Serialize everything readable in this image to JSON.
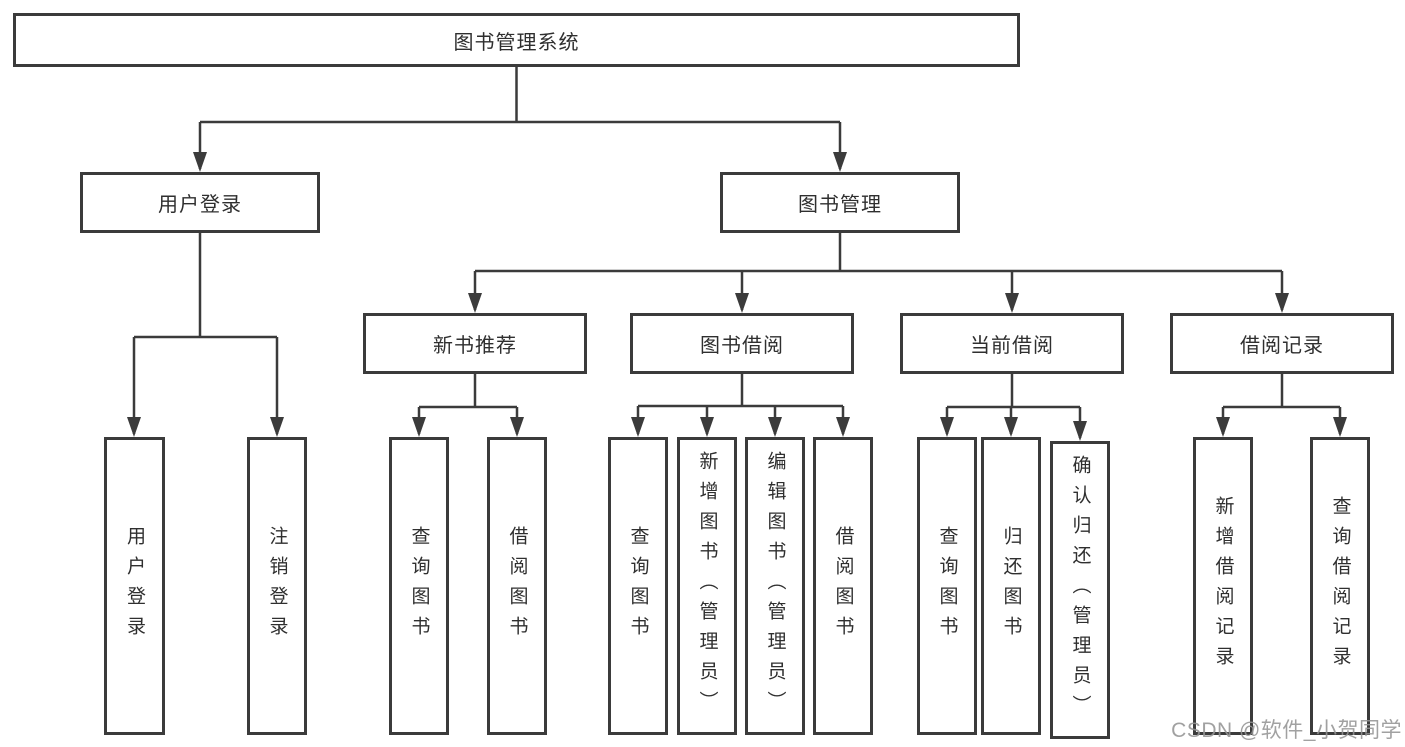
{
  "tree": {
    "label": "图书管理系统",
    "children": [
      {
        "label": "用户登录",
        "children": [
          {
            "label": "用户登录"
          },
          {
            "label": "注销登录"
          }
        ]
      },
      {
        "label": "图书管理",
        "children": [
          {
            "label": "新书推荐",
            "children": [
              {
                "label": "查询图书"
              },
              {
                "label": "借阅图书"
              }
            ]
          },
          {
            "label": "图书借阅",
            "children": [
              {
                "label": "查询图书"
              },
              {
                "label": "新增图书（管理员）"
              },
              {
                "label": "编辑图书（管理员）"
              },
              {
                "label": "借阅图书"
              }
            ]
          },
          {
            "label": "当前借阅",
            "children": [
              {
                "label": "查询图书"
              },
              {
                "label": "归还图书"
              },
              {
                "label": "确认归还（管理员）"
              }
            ]
          },
          {
            "label": "借阅记录",
            "children": [
              {
                "label": "新增借阅记录"
              },
              {
                "label": "查询借阅记录"
              }
            ]
          }
        ]
      }
    ]
  },
  "watermark": {
    "text": "CSDN @软件_小贺同学"
  },
  "colors": {
    "line": "#3b3b3b",
    "text": "#2f2f2f",
    "watermark": "#949494",
    "background": "#ffffff"
  }
}
